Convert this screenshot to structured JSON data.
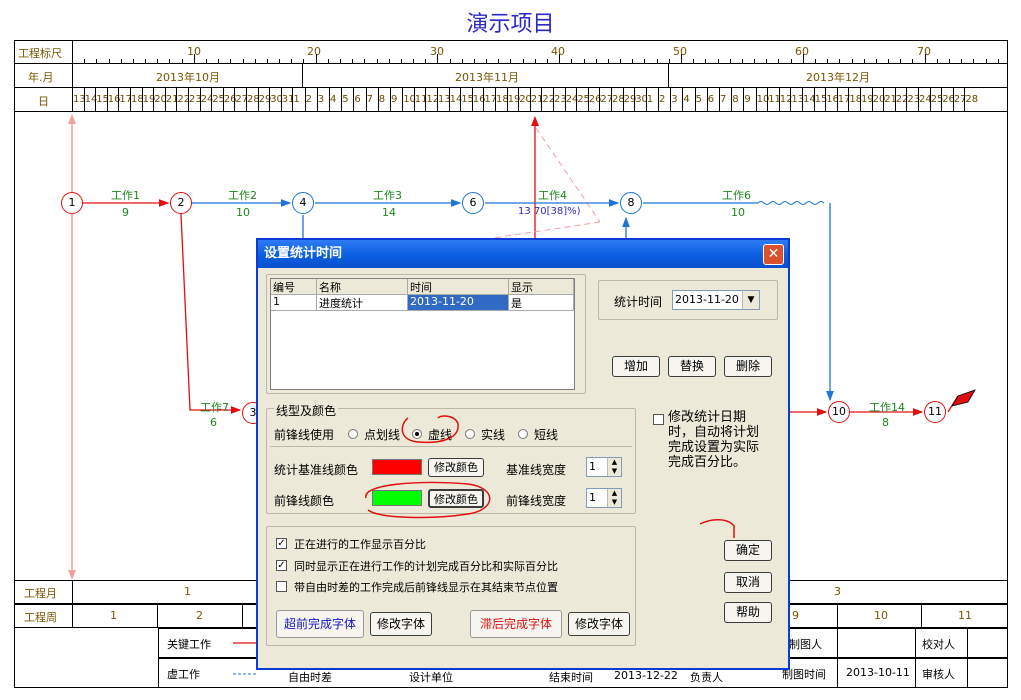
{
  "page": {
    "title": "演示项目"
  },
  "timeline": {
    "row_scale_label": "工程标尺",
    "row_month_label": "年.月",
    "row_day_label": "日",
    "scale_numbers": [
      "10",
      "20",
      "30",
      "40",
      "50",
      "60",
      "70"
    ],
    "months": [
      "2013年10月",
      "2013年11月",
      "2013年12月"
    ],
    "days": [
      "13",
      "14",
      "15",
      "16",
      "17",
      "18",
      "19",
      "20",
      "21",
      "22",
      "23",
      "24",
      "25",
      "26",
      "27",
      "28",
      "29",
      "30",
      "31",
      "1",
      "2",
      "3",
      "4",
      "5",
      "6",
      "7",
      "8",
      "9",
      "10",
      "11",
      "12",
      "13",
      "14",
      "15",
      "16",
      "17",
      "18",
      "19",
      "20",
      "21",
      "22",
      "23",
      "24",
      "25",
      "26",
      "27",
      "28",
      "29",
      "30",
      "1",
      "2",
      "3",
      "4",
      "5",
      "6",
      "7",
      "8",
      "9",
      "10",
      "11",
      "12",
      "13",
      "14",
      "15",
      "16",
      "17",
      "18",
      "19",
      "20",
      "21",
      "22",
      "23",
      "24",
      "25",
      "26",
      "27",
      "28"
    ]
  },
  "network": {
    "nodes": [
      "1",
      "2",
      "4",
      "6",
      "8",
      "3",
      "10",
      "11"
    ],
    "works": [
      {
        "name": "工作1",
        "dur": "9"
      },
      {
        "name": "工作2",
        "dur": "10"
      },
      {
        "name": "工作3",
        "dur": "14"
      },
      {
        "name": "工作4",
        "dur": "13 70[38]%)"
      },
      {
        "name": "工作6",
        "dur": "10"
      },
      {
        "name": "工作7",
        "dur": "6"
      },
      {
        "name": "工作14",
        "dur": "8"
      }
    ]
  },
  "bottom": {
    "row_month_label": "工程月",
    "row_week_label": "工程周",
    "months": [
      "1",
      "3"
    ],
    "weeks": [
      "1",
      "2",
      "9",
      "10",
      "11"
    ],
    "legend": {
      "critical": "关键工作",
      "virtual": "虚工作",
      "free_float": "自由时差",
      "design_unit": "设计单位",
      "end_time_label": "结束时间",
      "end_time": "2013-12-22",
      "owner": "负责人",
      "drafter": "制图人",
      "checker": "校对人",
      "draw_time_label": "制图时间",
      "draw_time": "2013-10-11",
      "reviewer": "审核人"
    }
  },
  "dialog": {
    "title": "设置统计时间",
    "close_glyph": "✕",
    "table": {
      "headers": [
        "编号",
        "名称",
        "时间",
        "显示"
      ],
      "rows": [
        [
          "1",
          "进度统计",
          "2013-11-20",
          "是"
        ]
      ]
    },
    "stat_time_label": "统计时间",
    "stat_time_value": "2013-11-20",
    "buttons": {
      "add": "增加",
      "replace": "替换",
      "delete": "删除",
      "ok": "确定",
      "cancel": "取消",
      "help": "帮助"
    },
    "line_group_title": "线型及颜色",
    "front_line_use_label": "前锋线使用",
    "radios": [
      "点划线",
      "虚线",
      "实线",
      "短线"
    ],
    "radio_selected": 1,
    "base_line_color_label": "统计基准线颜色",
    "front_line_color_label": "前锋线颜色",
    "modify_color": "修改颜色",
    "base_line_width_label": "基准线宽度",
    "front_line_width_label": "前锋线宽度",
    "base_width": "1",
    "front_width": "1",
    "colors": {
      "base": "#ff0000",
      "front": "#00ff00"
    },
    "modify_stat_date_text": "修改统计日期时，自动将计划完成设置为实际完成百分比。",
    "checks": [
      {
        "label": "正在进行的工作显示百分比",
        "checked": true
      },
      {
        "label": "同时显示正在进行工作的计划完成百分比和实际百分比",
        "checked": true
      },
      {
        "label": "带自由时差的工作完成后前锋线显示在其结束节点位置",
        "checked": false
      }
    ],
    "ahead_font": "超前完成字体",
    "lag_font": "滞后完成字体",
    "modify_font": "修改字体"
  }
}
